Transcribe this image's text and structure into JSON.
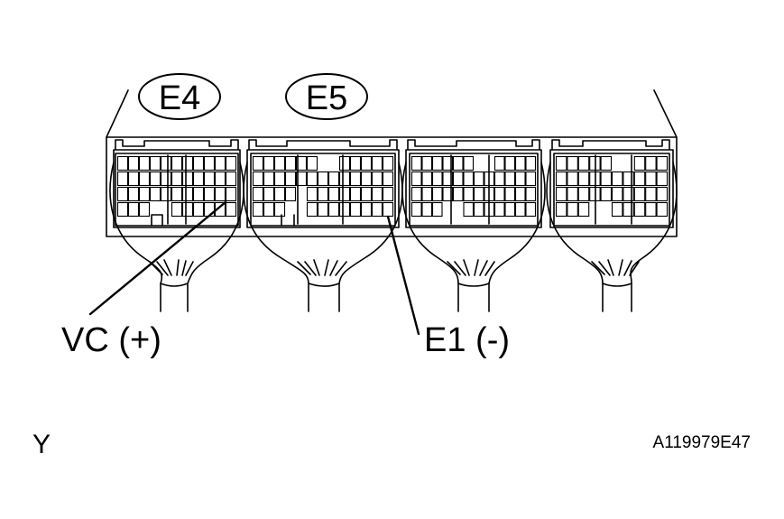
{
  "connectors": [
    {
      "label": "E4"
    },
    {
      "label": "E5"
    }
  ],
  "terminals": {
    "vc": "VC (+)",
    "e1": "E1 (-)"
  },
  "view_mark": "Y",
  "figure_id": "A119979E47"
}
